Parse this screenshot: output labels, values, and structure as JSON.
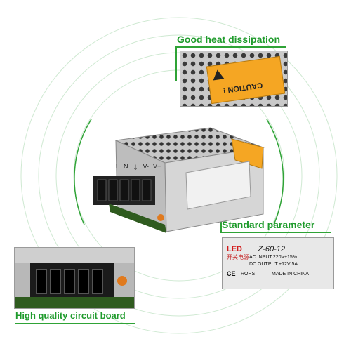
{
  "callouts": {
    "heat": "Good heat dissipation",
    "param": "Standard parameter",
    "board": "High quality circuit board"
  },
  "caution_label": "CAUTION !",
  "product_label": {
    "brand": "LED",
    "model": "Z-60-12",
    "subtitle": "开关电源",
    "input": "AC  INPUT:220V±15%",
    "output": "DC OUTPUT:+12V  5A",
    "rohs": "ROHS",
    "made_in": "MADE IN CHINA"
  },
  "terminal_labels": [
    "L",
    "N",
    "⏚",
    "V-",
    "V+"
  ],
  "colors": {
    "accent_green": "#1f9b2c",
    "caution_orange": "#f5a623",
    "metal": "#c9c9c9"
  }
}
